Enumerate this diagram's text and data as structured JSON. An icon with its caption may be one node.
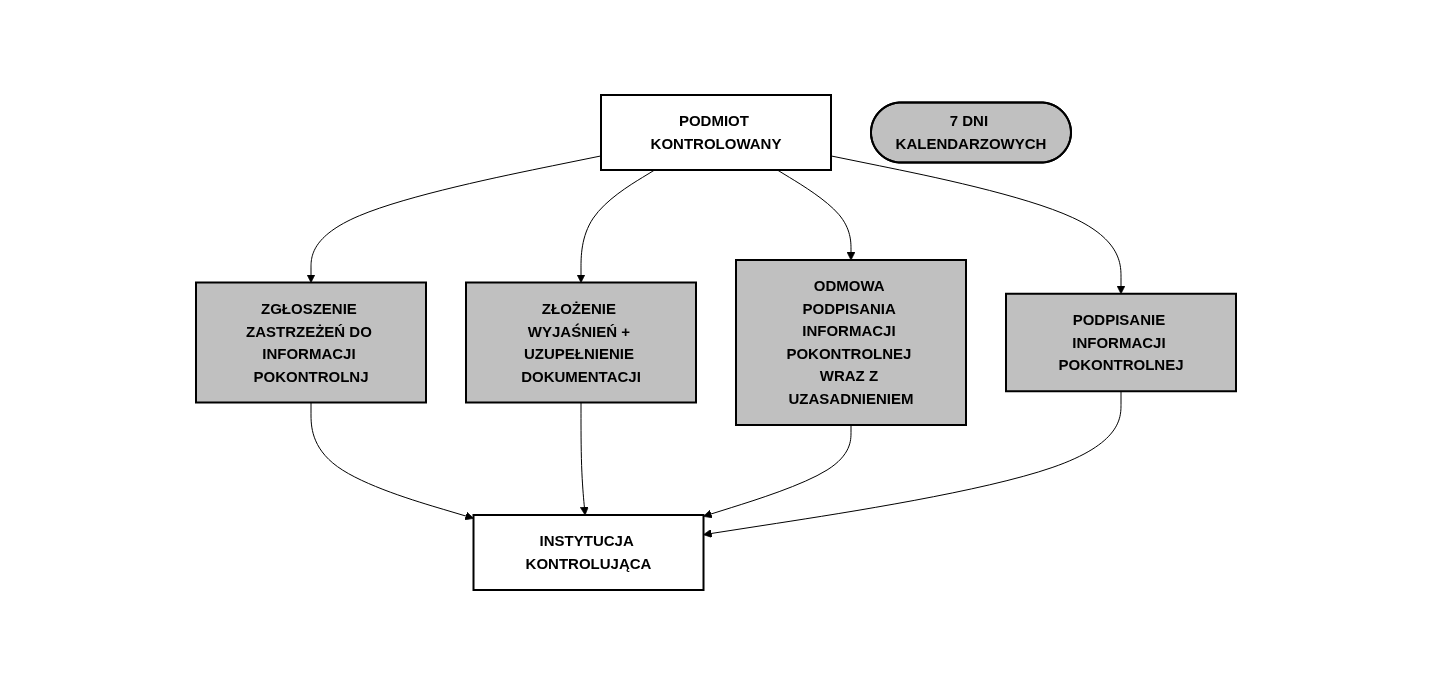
{
  "diagram": {
    "nodes": [
      {
        "text": [
          "PODMIOT KONTROLOWANY"
        ]
      },
      {
        "text": [
          "7 DNI KALENDARZOWYCH"
        ]
      },
      {
        "text": [
          "ZGŁOSZENIE ZASTRZEŻEŃ DO INFORMACJI POKONTROLNJ"
        ]
      },
      {
        "text": [
          "ZŁOŻENIE WYJAŚNIEŃ + UZUPEŁNIENIE DOKUMENTACJI"
        ]
      },
      {
        "text": [
          "ODMOWA PODPISANIA INFORMACJI POKONTROLNEJ WRAZ Z UZASADNIENIEM"
        ]
      },
      {
        "text": [
          "PODPISANIE INFORMACJI POKONTROLNEJ"
        ]
      },
      {
        "text": [
          "INSTYTUCJA KONTROLUJĄCA"
        ]
      }
    ],
    "edges": [
      {
        "from": 0,
        "to": 2,
        "arrow": "to"
      },
      {
        "from": 0,
        "to": 3,
        "arrow": "to"
      },
      {
        "from": 0,
        "to": 4,
        "arrow": "to"
      },
      {
        "from": 0,
        "to": 5,
        "arrow": "to"
      },
      {
        "from": 2,
        "to": 6,
        "arrow": "to"
      },
      {
        "from": 3,
        "to": 6,
        "arrow": "to"
      },
      {
        "from": 4,
        "to": 6,
        "arrow": "to"
      },
      {
        "from": 5,
        "to": 6,
        "arrow": "to"
      }
    ]
  }
}
